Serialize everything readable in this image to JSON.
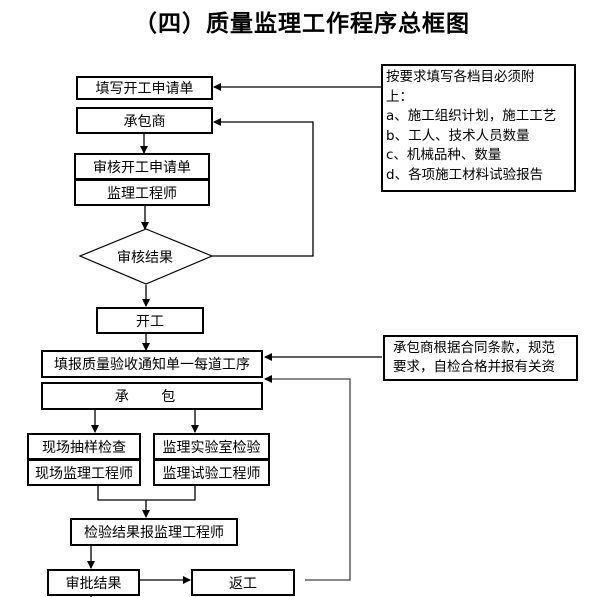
{
  "title": "（四）质量监理工作程序总框图",
  "flow": {
    "fill_application": "填写开工申请单",
    "contractor": "承包商",
    "review_application": "审核开工申请单",
    "supervising_engineer": "监理工程师",
    "review_result": "审核结果",
    "start_work": "开工",
    "fill_quality_notice": "填报质量验收通知单一每道工序",
    "contract_pkg": "承 包",
    "site_sampling": "现场抽样检查",
    "site_engineer": "现场监理工程师",
    "lab_testing": "监理实验室检验",
    "test_engineer": "监理试验工程师",
    "report_results": "检验结果报监理工程师",
    "approval_result": "审批结果",
    "rework": "返工"
  },
  "notes": {
    "requirements": {
      "lines": [
        "按要求填写各档目必须附",
        "上：",
        "a、施工组织计划，施工工艺",
        "b、工人、技术人员数量",
        "c、机械品种、数量",
        "d、各项施工材料试验报告"
      ]
    },
    "self_check": {
      "lines": [
        "承包商根据合同条款，规范",
        "要求，自检合格并报有关资"
      ]
    }
  }
}
